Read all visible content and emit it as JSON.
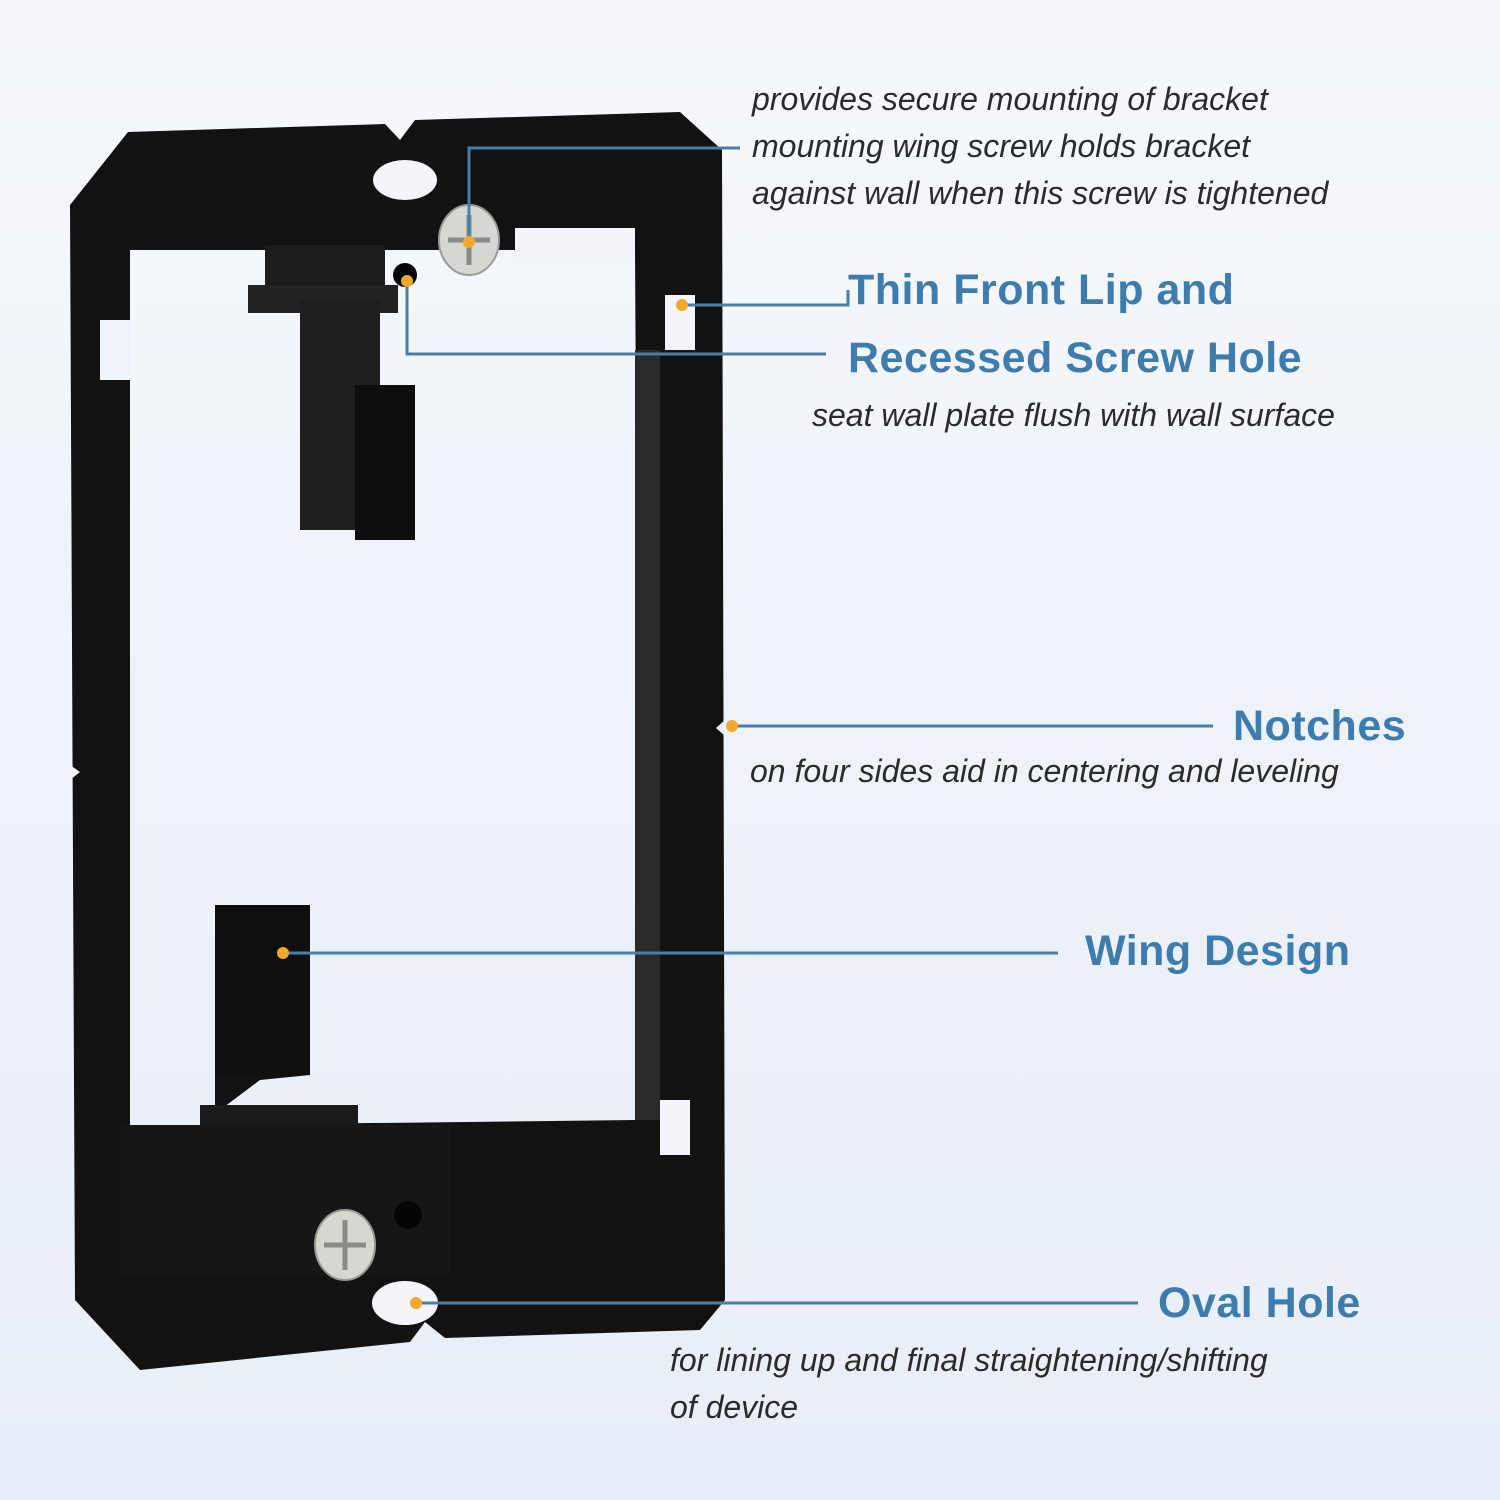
{
  "image_type": "product-feature-infographic",
  "product": "single-gang low voltage mounting bracket",
  "colors": {
    "background": "#eef2f9",
    "bracket": "#111111",
    "title_text": "#3f7cae",
    "desc_text": "#2b2b2b",
    "leader_line": "#4a7ea8",
    "marker_dot": "#f2a82a",
    "screw": "#d8d6d0"
  },
  "callouts": [
    {
      "id": "mounting-screw",
      "title": "",
      "description_lines": [
        "provides secure mounting of bracket",
        "mounting wing screw holds bracket",
        "against wall when this screw is tightened"
      ]
    },
    {
      "id": "front-lip-screw-hole",
      "title_lines": [
        "Thin Front Lip and",
        "Recessed Screw Hole"
      ],
      "description_lines": [
        "seat wall plate flush with wall surface"
      ]
    },
    {
      "id": "notches",
      "title": "Notches",
      "description_lines": [
        "on four sides aid in centering and leveling"
      ]
    },
    {
      "id": "wing-design",
      "title": "Wing Design",
      "description_lines": []
    },
    {
      "id": "oval-hole",
      "title": "Oval Hole",
      "description_lines": [
        "for lining up and final straightening/shifting",
        "of device"
      ]
    }
  ]
}
